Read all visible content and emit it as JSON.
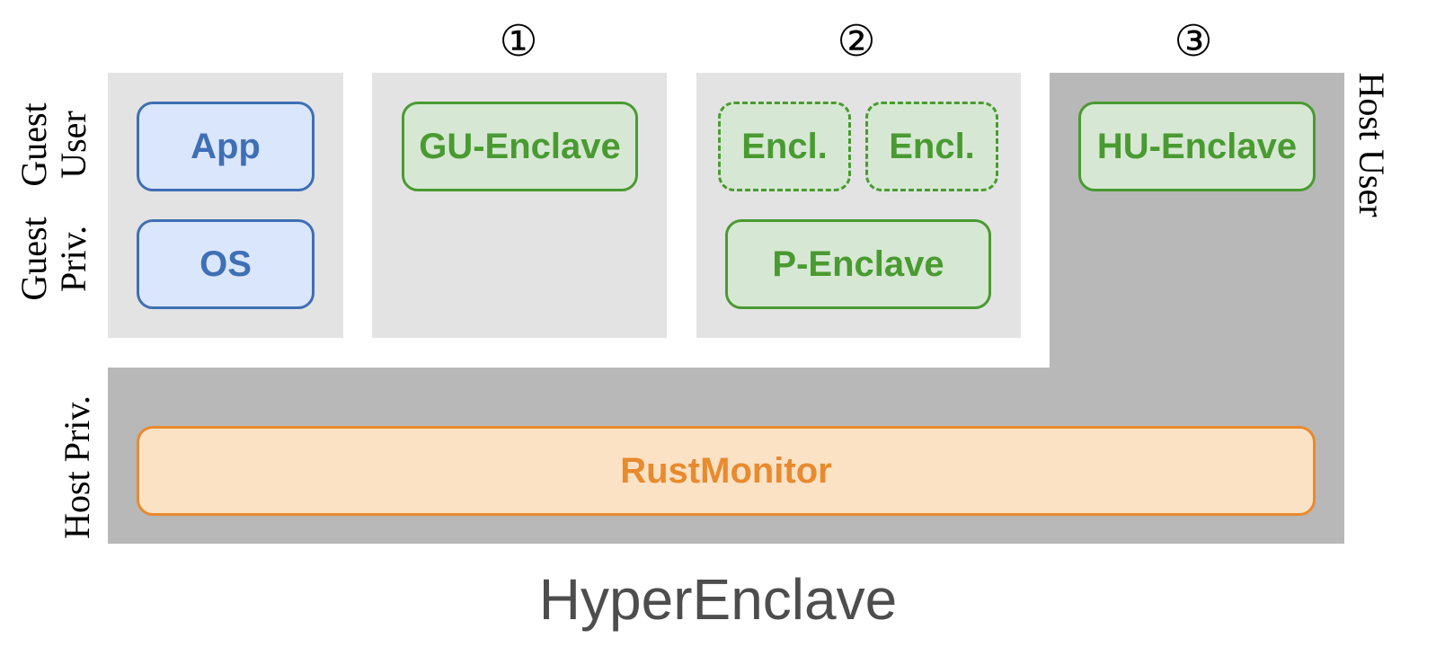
{
  "markers": [
    "①",
    "②",
    "③"
  ],
  "boxes": {
    "app": "App",
    "os": "OS",
    "gu_enclave": "GU-Enclave",
    "encl_left": "Encl.",
    "encl_right": "Encl.",
    "p_enclave": "P-Enclave",
    "hu_enclave": "HU-Enclave",
    "rust_monitor": "RustMonitor"
  },
  "labels": {
    "guest_user_line1": "Guest",
    "guest_user_line2": "User",
    "guest_priv_line1": "Guest",
    "guest_priv_line2": "Priv.",
    "host_priv": "Host Priv.",
    "host_user": "Host User"
  },
  "title": "HyperEnclave",
  "colors": {
    "guest_region": "#e3e3e3",
    "host_region": "#b8b8b8",
    "blue": "#3f6fb4",
    "green": "#4a9a32",
    "orange": "#e88a2e",
    "title_text": "#4d4d4d"
  }
}
